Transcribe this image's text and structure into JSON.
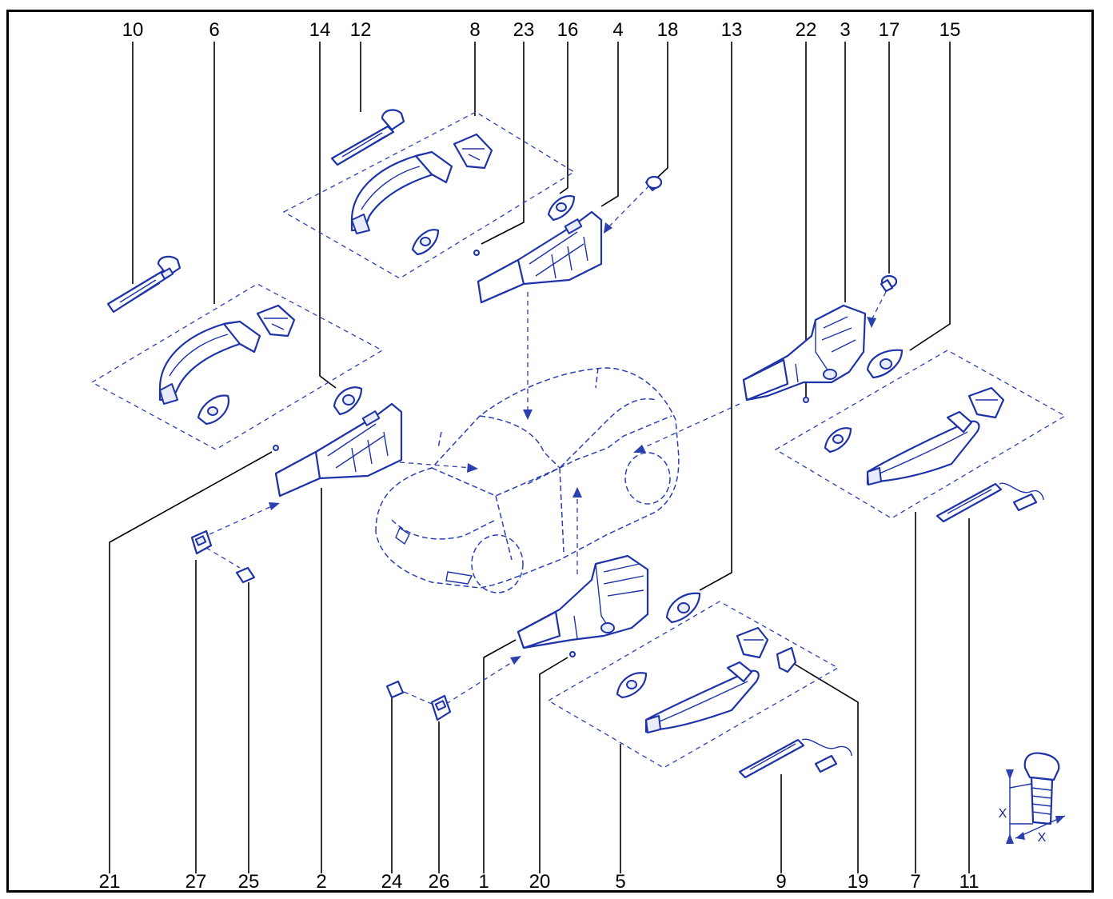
{
  "diagram": {
    "top_labels": [
      "10",
      "6",
      "14",
      "12",
      "8",
      "23",
      "16",
      "4",
      "18",
      "13",
      "22",
      "3",
      "17",
      "15"
    ],
    "bottom_labels": [
      "21",
      "27",
      "25",
      "2",
      "24",
      "26",
      "1",
      "20",
      "5",
      "9",
      "19",
      "7",
      "11"
    ],
    "inset_labels": [
      "X",
      "X"
    ],
    "colors": {
      "line_art": "#1f33a8",
      "frame": "#000000",
      "leader": "#000000"
    }
  }
}
